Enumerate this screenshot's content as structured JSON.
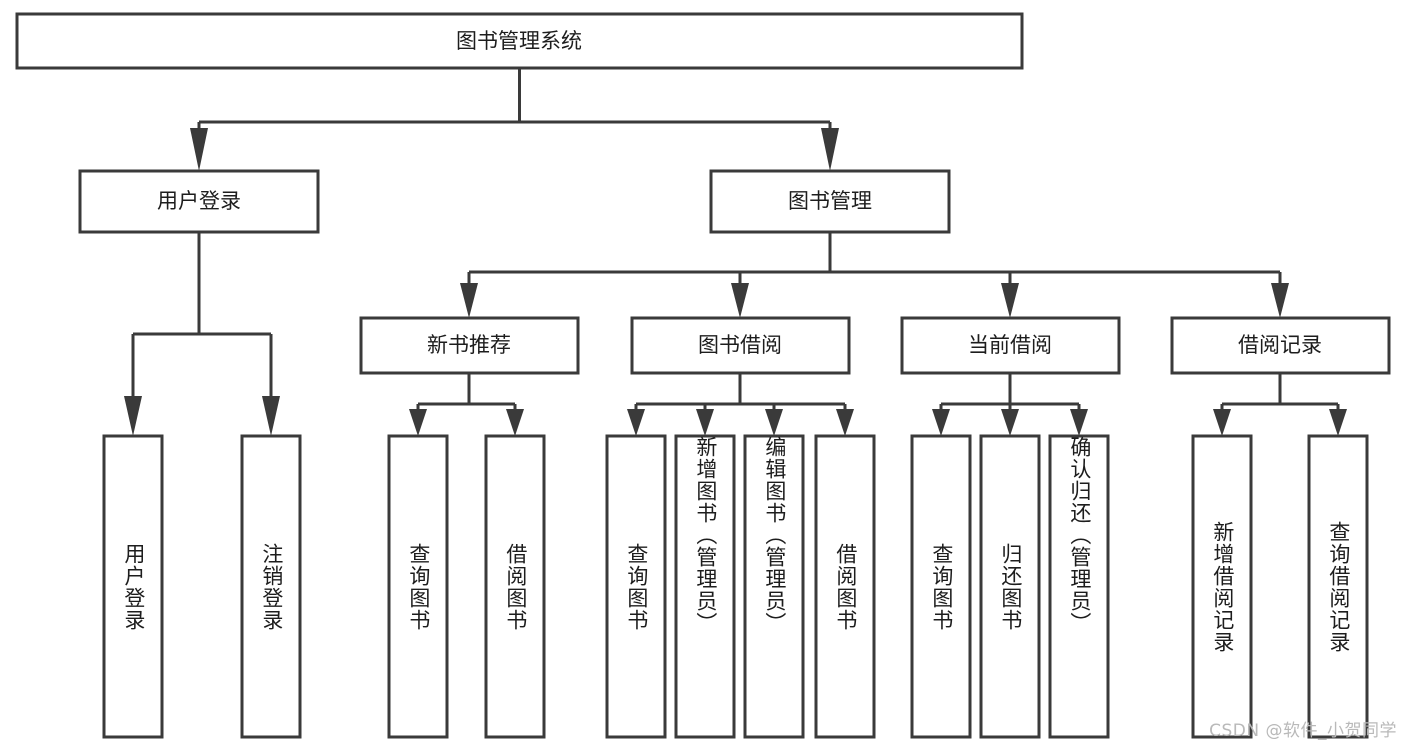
{
  "diagram": {
    "type": "tree-hierarchy",
    "title": "图书管理系统",
    "orientation": "top-down",
    "colors": {
      "box_stroke": "#3a3a3a",
      "box_fill": "#ffffff",
      "connector": "#3a3a3a",
      "text": "#1d1d1d",
      "background": "#ffffff",
      "watermark": "#b9b9b9"
    },
    "root": {
      "label": "图书管理系统"
    },
    "level2": [
      {
        "label": "用户登录"
      },
      {
        "label": "图书管理"
      }
    ],
    "level3": [
      {
        "label": "新书推荐"
      },
      {
        "label": "图书借阅"
      },
      {
        "label": "当前借阅"
      },
      {
        "label": "借阅记录"
      }
    ],
    "leaves": {
      "user_login": [
        {
          "label": "用户登录"
        },
        {
          "label": "注销登录"
        }
      ],
      "new_book_recommend": [
        {
          "label": "查询图书"
        },
        {
          "label": "借阅图书"
        }
      ],
      "book_borrow": [
        {
          "label": "查询图书"
        },
        {
          "label": "新增图书（管理员）"
        },
        {
          "label": "编辑图书（管理员）"
        },
        {
          "label": "借阅图书"
        }
      ],
      "current_borrow": [
        {
          "label": "查询图书"
        },
        {
          "label": "归还图书"
        },
        {
          "label": "确认归还（管理员）"
        }
      ],
      "borrow_record": [
        {
          "label": "新增借阅记录"
        },
        {
          "label": "查询借阅记录"
        }
      ]
    },
    "watermark": "CSDN @软件_小贺同学"
  }
}
